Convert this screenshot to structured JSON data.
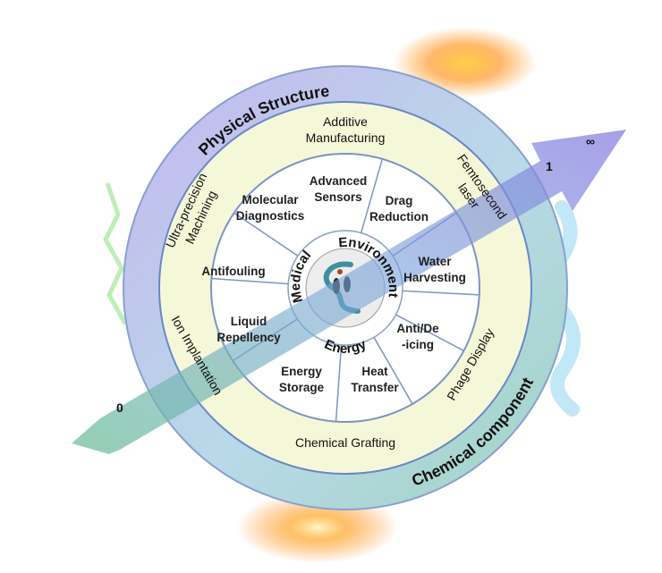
{
  "outer_labels": {
    "top": "Physical Structure",
    "bottom": "Chemical component"
  },
  "fabrication_methods": [
    "Additive Manufacturing",
    "Femtosecond laser",
    "Phage Display",
    "Chemical Grafting",
    "Ion Implantation",
    "Ultra-precision Machining"
  ],
  "applications": [
    "Advanced Sensors",
    "Drag Reduction",
    "Water Harvesting",
    "Anti/De -icing",
    "Heat Transfer",
    "Energy Storage",
    "Liquid Repellency",
    "Antifouling",
    "Molecular Diagnostics"
  ],
  "categories": {
    "medical": "Medical",
    "environment": "Environment",
    "energy": "Energy"
  },
  "arrow": {
    "start_label": "0",
    "end_label_1": "1",
    "end_label_inf": "∞"
  },
  "colors": {
    "purple": "#b9a8ea",
    "teal": "#a9d8c8",
    "cream": "#f5f8d8",
    "ring_border": "#8899cc",
    "arrow": "#6d98d8"
  }
}
